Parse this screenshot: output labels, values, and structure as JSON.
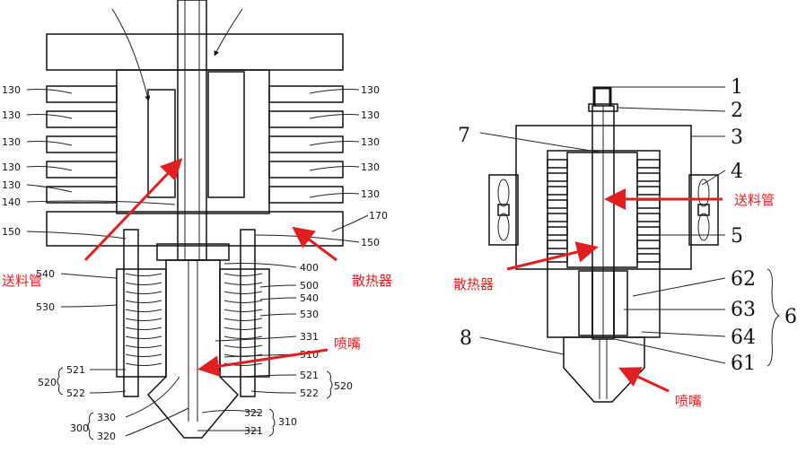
{
  "left_figure": {
    "labels": {
      "l130": "130",
      "l140": "140",
      "l150": "150",
      "l170": "170",
      "l400": "400",
      "l500": "500",
      "l540": "540",
      "l530": "530",
      "l331": "331",
      "l510": "510",
      "l521": "521",
      "l522": "522",
      "l520": "520",
      "l330": "330",
      "l320": "320",
      "l300": "300",
      "l322": "322",
      "l321": "321",
      "l310": "310"
    },
    "callouts": {
      "feed_tube": "送料管",
      "heat_sink": "散热器",
      "nozzle": "喷嘴"
    }
  },
  "right_figure": {
    "labels": {
      "n1": "1",
      "n2": "2",
      "n3": "3",
      "n4": "4",
      "n5": "5",
      "n6": "6",
      "n7": "7",
      "n8": "8",
      "n61": "61",
      "n62": "62",
      "n63": "63",
      "n64": "64"
    },
    "callouts": {
      "feed_tube": "送料管",
      "heat_sink": "散热器",
      "nozzle": "喷嘴"
    }
  },
  "colors": {
    "callout": "#e02020",
    "hatch": "#333333"
  }
}
